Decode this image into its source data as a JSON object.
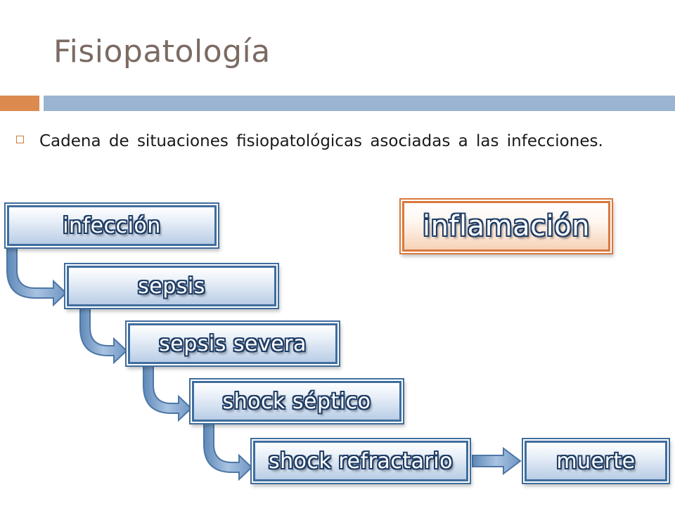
{
  "slide": {
    "title": "Fisiopatología",
    "bullet": "Cadena de situaciones fisiopatológicas asociadas a las infecciones."
  },
  "diagram": {
    "chain": [
      "infección",
      "sepsis",
      "sepsis severa",
      "shock séptico",
      "shock refractario",
      "muerte"
    ],
    "side_label": "inflamación"
  },
  "colors": {
    "title": "#7b6b63",
    "accent_orange": "#dd8a4f",
    "accent_blue": "#9ab4d2",
    "box_border_blue": "#3f6d9e",
    "box_border_orange": "#d9783c",
    "arrow_fill": "#8fb0d6",
    "arrow_stroke": "#4d77a6"
  }
}
